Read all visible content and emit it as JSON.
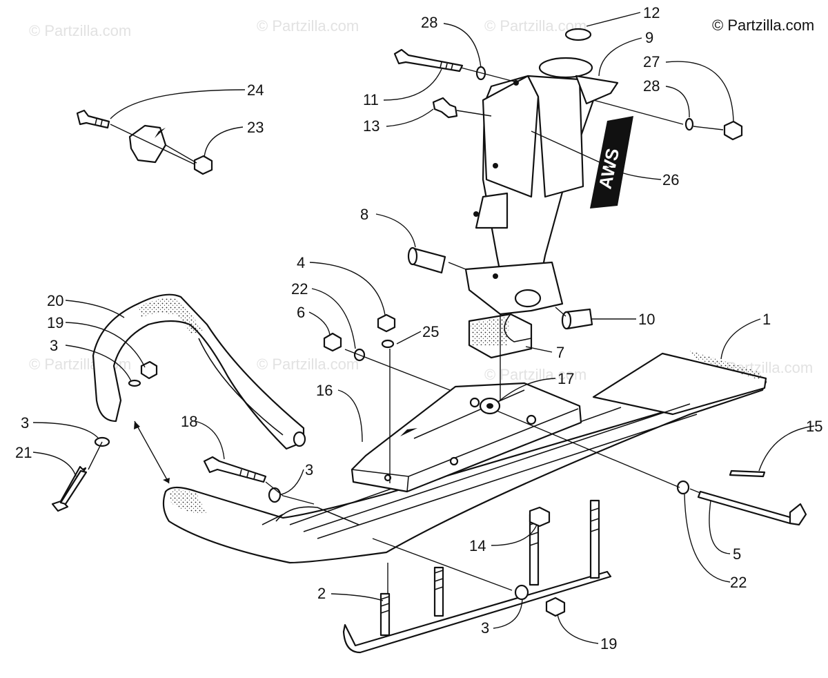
{
  "copyright": "© Partzilla.com",
  "watermark": "© Partzilla.com",
  "decal_text": "AWS",
  "callouts": [
    {
      "id": "c12",
      "text": "12"
    },
    {
      "id": "c28a",
      "text": "28"
    },
    {
      "id": "c9",
      "text": "9"
    },
    {
      "id": "c27",
      "text": "27"
    },
    {
      "id": "c28b",
      "text": "28"
    },
    {
      "id": "c11",
      "text": "11"
    },
    {
      "id": "c13",
      "text": "13"
    },
    {
      "id": "c24",
      "text": "24"
    },
    {
      "id": "c23",
      "text": "23"
    },
    {
      "id": "c26",
      "text": "26"
    },
    {
      "id": "c8",
      "text": "8"
    },
    {
      "id": "c4",
      "text": "4"
    },
    {
      "id": "c22a",
      "text": "22"
    },
    {
      "id": "c6",
      "text": "6"
    },
    {
      "id": "c25",
      "text": "25"
    },
    {
      "id": "c10",
      "text": "10"
    },
    {
      "id": "c1",
      "text": "1"
    },
    {
      "id": "c7",
      "text": "7"
    },
    {
      "id": "c17",
      "text": "17"
    },
    {
      "id": "c16",
      "text": "16"
    },
    {
      "id": "c20",
      "text": "20"
    },
    {
      "id": "c19a",
      "text": "19"
    },
    {
      "id": "c3a",
      "text": "3"
    },
    {
      "id": "c3b",
      "text": "3"
    },
    {
      "id": "c21",
      "text": "21"
    },
    {
      "id": "c18",
      "text": "18"
    },
    {
      "id": "c3c",
      "text": "3"
    },
    {
      "id": "c15",
      "text": "15"
    },
    {
      "id": "c14",
      "text": "14"
    },
    {
      "id": "c5",
      "text": "5"
    },
    {
      "id": "c22b",
      "text": "22"
    },
    {
      "id": "c2",
      "text": "2"
    },
    {
      "id": "c3d",
      "text": "3"
    },
    {
      "id": "c19b",
      "text": "19"
    }
  ]
}
